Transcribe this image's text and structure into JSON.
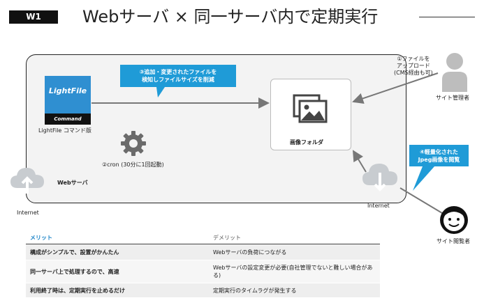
{
  "header": {
    "badge": "W1",
    "title": "Webサーバ × 同一サーバ内で定期実行"
  },
  "diagram": {
    "server_label": "Webサーバ",
    "lightfile": {
      "logo_text": "LightFile",
      "command_text": "Command",
      "caption": "LightFile コマンド版"
    },
    "cron_label": "②cron (30分に1回起動)",
    "folder_label": "画像フォルダ",
    "callout_detect": {
      "line1": "③追加・変更されたファイルを",
      "line2": "検知しファイルサイズを削減"
    },
    "callout_view": {
      "line1": "④軽量化された",
      "line2": "Jpeg画像を閲覧"
    },
    "upload_note": {
      "line1": "①ファイルを",
      "line2": "アップロード",
      "line3": "(CMS経由も可)"
    },
    "admin_label": "サイト管理者",
    "viewer_label": "サイト閲覧者",
    "internet_left": "Internet",
    "internet_right": "Internet"
  },
  "comparison": {
    "headers": {
      "merit": "メリット",
      "demerit": "デメリット"
    },
    "rows": [
      {
        "merit": "構成がシンプルで、設置がかんたん",
        "demerit": "Webサーバの負荷につながる"
      },
      {
        "merit": "同一サーバ上で処理するので、高速",
        "demerit": "Webサーバの設定変更が必要(自社管理でないと難しい場合がある)"
      },
      {
        "merit": "利用終了時は、定期実行を止めるだけ",
        "demerit": "定期実行のタイムラグが発生する"
      }
    ]
  },
  "colors": {
    "accent": "#1f9bd7",
    "lightfile_card": "#2f8fd1",
    "cloud": "#c8ccd0",
    "person": "#bdbdbd"
  }
}
